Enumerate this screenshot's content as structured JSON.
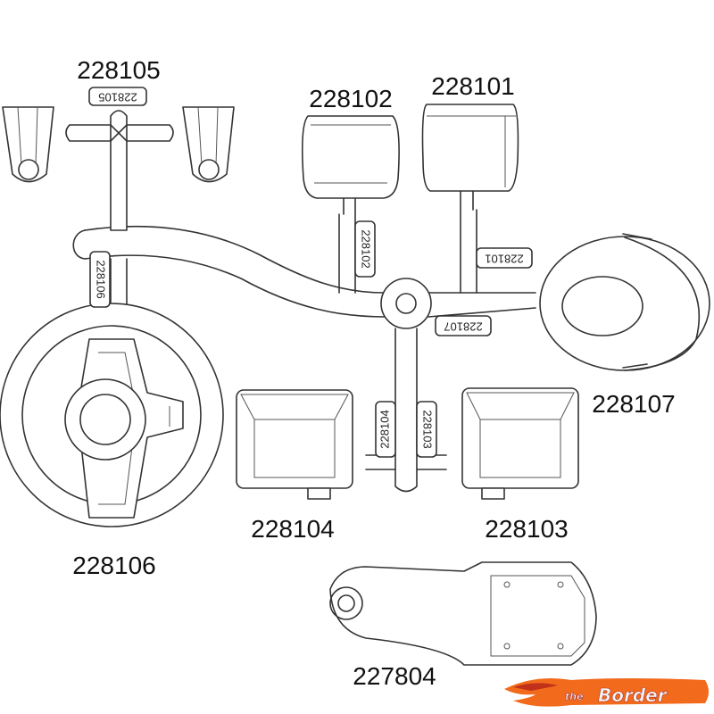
{
  "part_labels": {
    "p228105": "228105",
    "p228102": "228102",
    "p228101": "228101",
    "p228107": "228107",
    "p228104": "228104",
    "p228103": "228103",
    "p228106": "228106",
    "p227804": "227804"
  },
  "sprue_tags": {
    "t228105": "228105",
    "t228102": "228102",
    "t228101": "228101",
    "t228106": "228106",
    "t228107": "228107",
    "t228104": "228104",
    "t228103": "228103"
  },
  "logo": {
    "small": "the",
    "main": "Border"
  },
  "colors": {
    "line": "#333333",
    "logo_flame": "#f26a1b",
    "logo_dark": "#c0301a"
  }
}
